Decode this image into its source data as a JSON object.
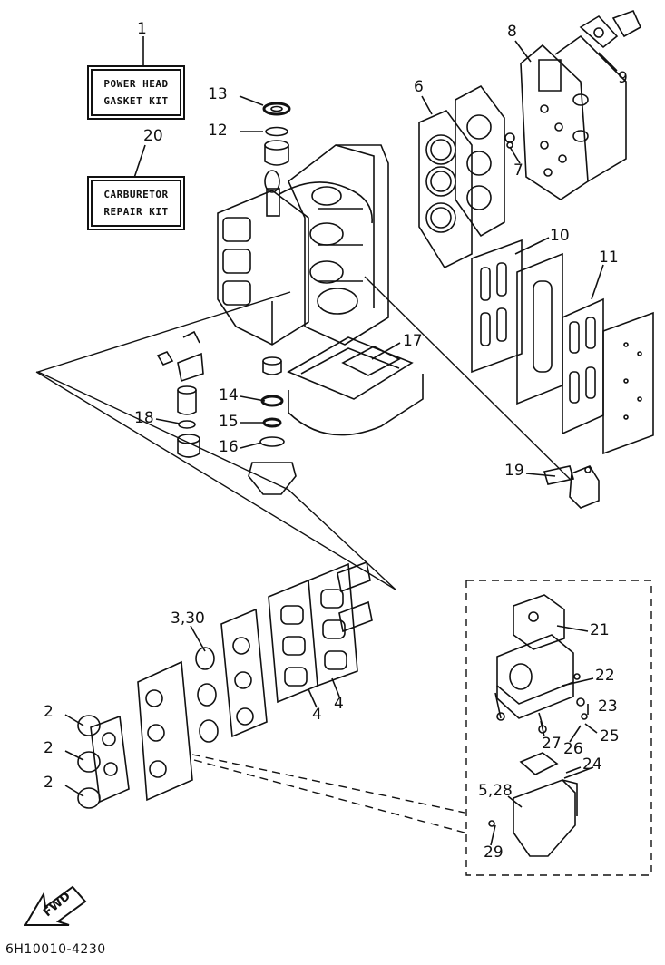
{
  "kits": [
    {
      "number": "1",
      "line1": "POWER HEAD",
      "line2": "GASKET KIT"
    },
    {
      "number": "20",
      "line1": "CARBURETOR",
      "line2": "REPAIR KIT"
    }
  ],
  "callouts": {
    "c2a": "2",
    "c2b": "2",
    "c2c": "2",
    "c3_30": "3,30",
    "c4a": "4",
    "c4b": "4",
    "c5_28": "5,28",
    "c6": "6",
    "c7": "7",
    "c8": "8",
    "c9": "9",
    "c10": "10",
    "c11": "11",
    "c12": "12",
    "c13": "13",
    "c14": "14",
    "c15": "15",
    "c16": "16",
    "c17": "17",
    "c18": "18",
    "c19": "19",
    "c21": "21",
    "c22": "22",
    "c23": "23",
    "c24": "24",
    "c25": "25",
    "c26": "26",
    "c27": "27",
    "c29": "29"
  },
  "fwd_label": "FWD",
  "doc_code": "6H10010-4230"
}
